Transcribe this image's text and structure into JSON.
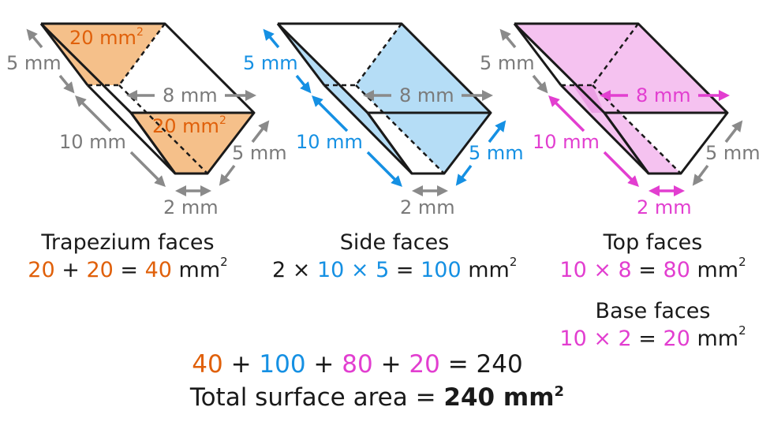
{
  "colors": {
    "orange": "#e0600a",
    "orange_fill": "#f5c08a",
    "blue": "#1590e3",
    "blue_fill": "#b5ddf6",
    "pink": "#e23ed0",
    "pink_fill": "#f5c2f0",
    "gray": "#7a7a7a",
    "outline": "#1a1a1a"
  },
  "prisms": [
    {
      "id": "trapezium",
      "labels": {
        "back_area": "20 mm",
        "front_area": "20 mm",
        "area_exp": "2",
        "slant_left": "5 mm",
        "length": "10 mm",
        "top_width": "8 mm",
        "slant_right": "5 mm",
        "base_width": "2 mm"
      },
      "caption": {
        "title": "Trapezium faces",
        "eq": [
          "20",
          " + ",
          "20",
          " = ",
          "40",
          " mm"
        ],
        "exp": "2"
      }
    },
    {
      "id": "side",
      "labels": {
        "slant_left": "5 mm",
        "length": "10 mm",
        "top_width": "8 mm",
        "slant_right": "5 mm",
        "base_width": "2 mm"
      },
      "caption": {
        "title": "Side faces",
        "eq": [
          "2 × ",
          "10 × 5",
          " = ",
          "100",
          " mm"
        ],
        "exp": "2"
      }
    },
    {
      "id": "top",
      "labels": {
        "slant_left": "5 mm",
        "length": "10 mm",
        "top_width": "8 mm",
        "slant_right": "5 mm",
        "base_width": "2 mm"
      },
      "caption": {
        "title": "Top faces",
        "eq": [
          "10 × 8",
          " = ",
          "80",
          " mm"
        ],
        "exp": "2",
        "title2": "Base faces",
        "eq2": [
          "10 × 2",
          " = ",
          "20",
          " mm"
        ],
        "exp2": "2"
      }
    }
  ],
  "total": {
    "sum": [
      "40",
      " + ",
      "100",
      " + ",
      "80",
      " + ",
      "20",
      " = 240"
    ],
    "label": "Total surface area = ",
    "value": "240 mm",
    "exp": "2"
  }
}
